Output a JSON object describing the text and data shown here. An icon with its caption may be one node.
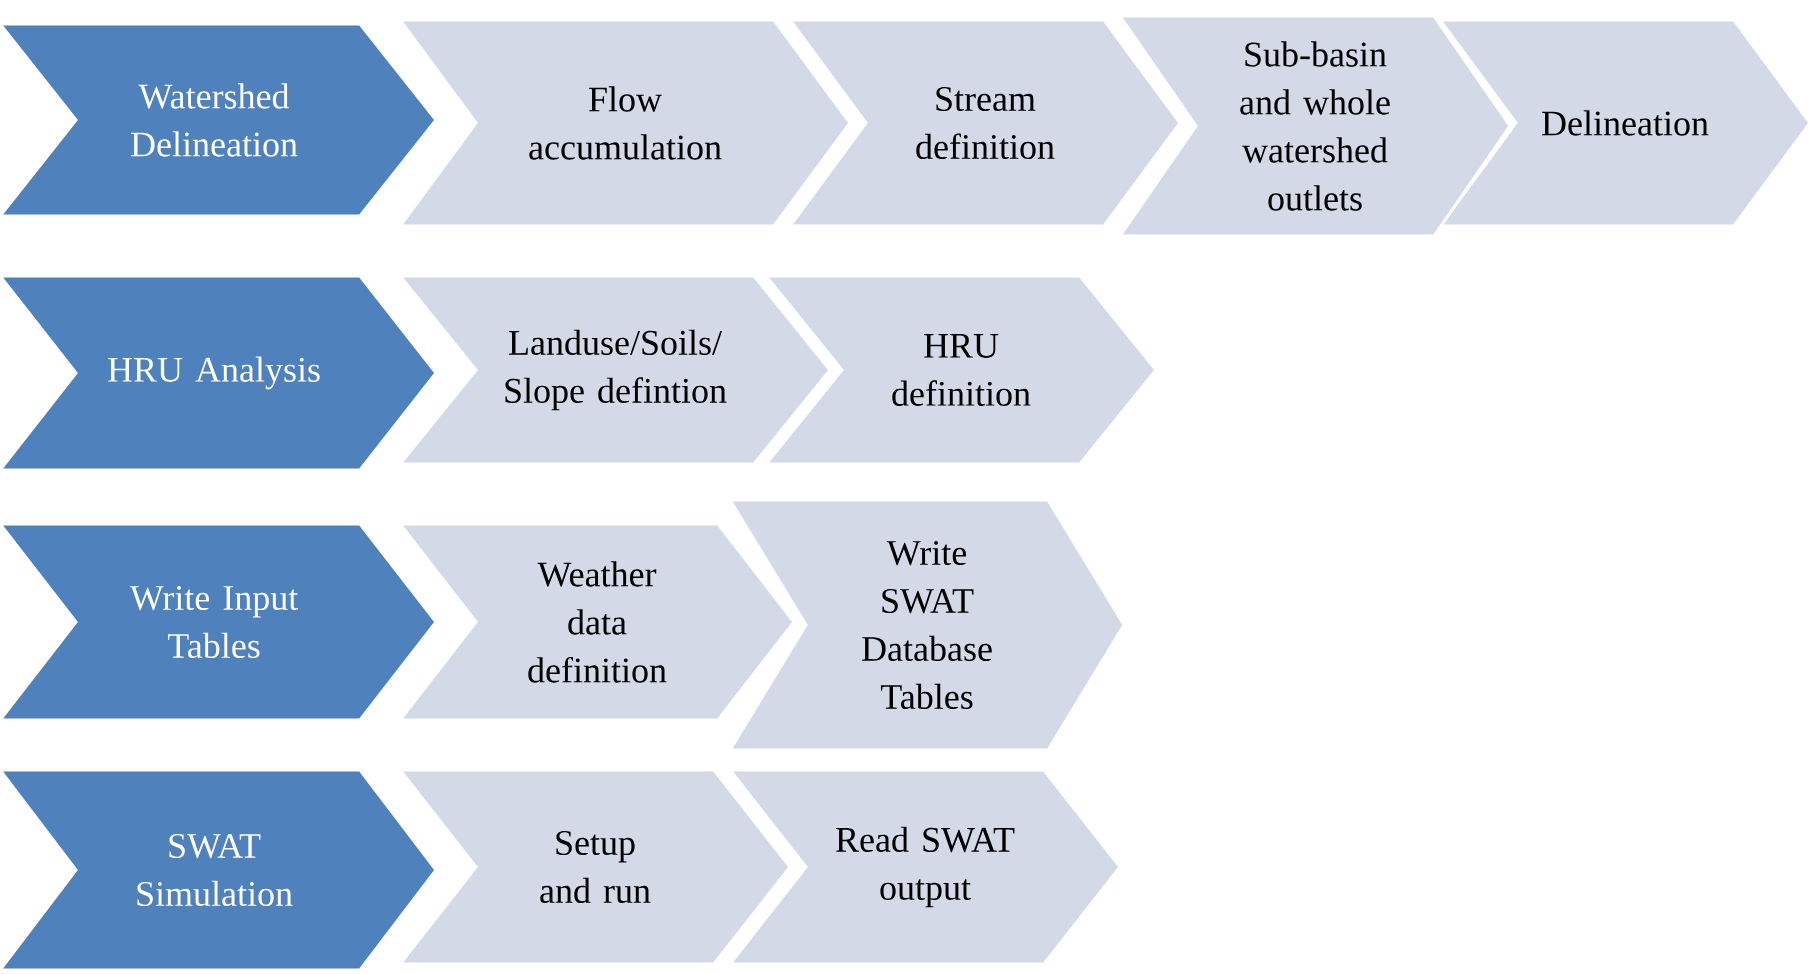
{
  "diagram": {
    "nodes": [
      {
        "text": [
          "Watershed Delineation"
        ]
      },
      {
        "text": [
          "Flow accumulation"
        ]
      },
      {
        "text": [
          "Stream definition"
        ]
      },
      {
        "text": [
          "Sub-basin and whole watershed outlets"
        ]
      },
      {
        "text": [
          "Delineation"
        ]
      },
      {
        "text": [
          "HRU Analysis"
        ]
      },
      {
        "text": [
          "Landuse/Soils/ Slope defintion"
        ]
      },
      {
        "text": [
          "HRU definition"
        ]
      },
      {
        "text": [
          "Write Input Tables"
        ]
      },
      {
        "text": [
          "Weather data definition"
        ]
      },
      {
        "text": [
          "Write SWAT Database Tables"
        ]
      },
      {
        "text": [
          "SWAT Simulation"
        ]
      },
      {
        "text": [
          "Setup and run"
        ]
      },
      {
        "text": [
          "Read SWAT output"
        ]
      }
    ]
  }
}
